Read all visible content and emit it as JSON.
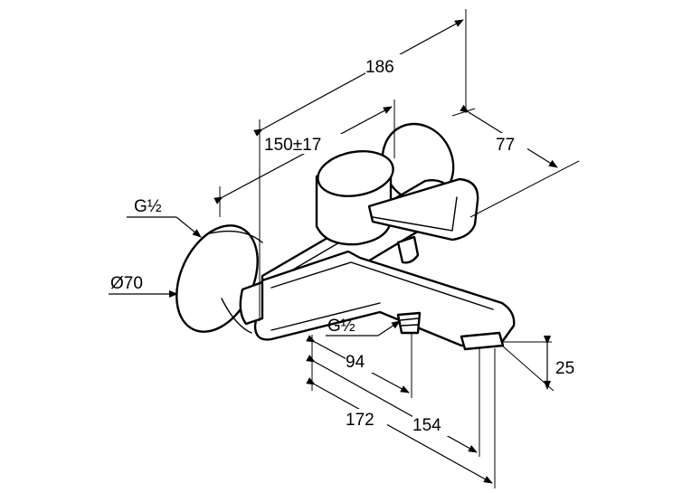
{
  "dimensions": {
    "overall_length": "186",
    "wall_distance": "150±17",
    "depth": "77",
    "connection_top": "G½",
    "rosette_diameter": "Ø70",
    "connection_bottom": "G½",
    "outlet_offset": "94",
    "spout_length": "172",
    "spout_reach": "154",
    "spout_height": "25"
  }
}
